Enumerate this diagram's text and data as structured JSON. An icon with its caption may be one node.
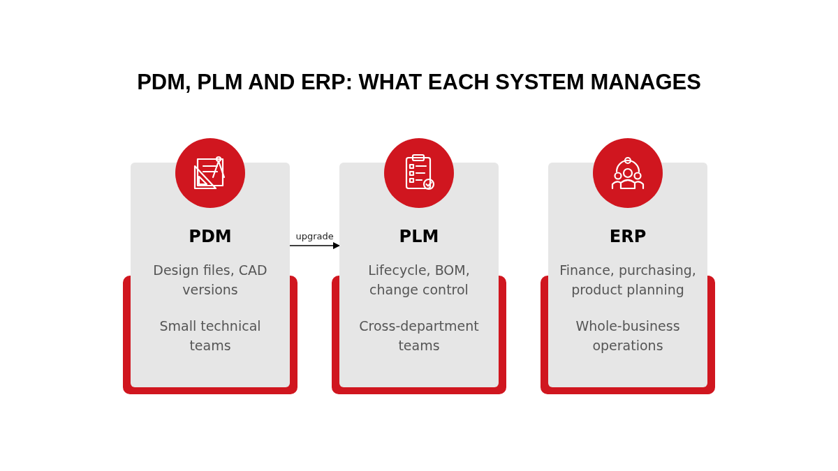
{
  "diagram": {
    "title": "PDM, PLM AND ERP: WHAT EACH SYSTEM MANAGES",
    "nodes": [
      {
        "text": [
          "PDM",
          "Design files, CAD versions",
          "Small technical teams"
        ]
      },
      {
        "text": [
          "PLM",
          "Lifecycle, BOM, change control",
          "Cross-department teams"
        ]
      },
      {
        "text": [
          "ERP",
          "Finance, purchasing, product planning",
          "Whole-business operations"
        ]
      }
    ],
    "edges": [
      {
        "from": 0,
        "to": 1,
        "arrow": "to",
        "label": "upgrade"
      }
    ]
  }
}
